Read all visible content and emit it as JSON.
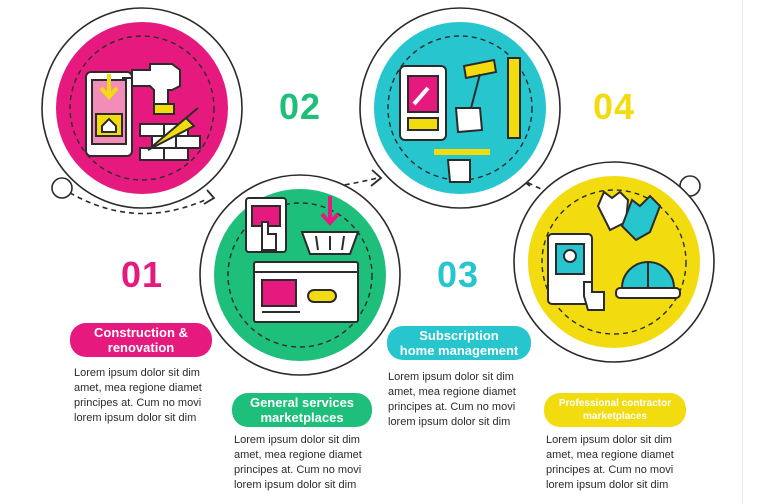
{
  "colors": {
    "magenta": "#e6197f",
    "green": "#1dbf7a",
    "cyan": "#27c6cf",
    "yellow": "#f2dc10",
    "outline": "#2b2b2b"
  },
  "steps": [
    {
      "number": "01",
      "title_lines": [
        "Construction &",
        "renovation"
      ],
      "description": [
        "Lorem ipsum dolor sit dim",
        "amet, mea regione diamet",
        "principes at. Cum no movi",
        "lorem ipsum dolor sit dim"
      ],
      "icons": [
        "tablet-download-icon",
        "drill-icon",
        "brick-wall-trowel-icon"
      ]
    },
    {
      "number": "02",
      "title_lines": [
        "General services",
        "marketplaces"
      ],
      "description": [
        "Lorem ipsum dolor sit dim",
        "amet, mea regione diamet",
        "principes at. Cum no movi",
        "lorem ipsum dolor sit dim"
      ],
      "icons": [
        "touch-screen-icon",
        "shopping-basket-icon",
        "online-store-pay-icon"
      ]
    },
    {
      "number": "03",
      "title_lines": [
        "Subscription",
        "home management"
      ],
      "description": [
        "Lorem ipsum dolor sit dim",
        "amet, mea regione diamet",
        "principes at. Cum no movi",
        "lorem ipsum dolor sit dim"
      ],
      "icons": [
        "phone-wrench-icon",
        "hammer-hand-icon",
        "wrench-hand-icon"
      ]
    },
    {
      "number": "04",
      "title_lines": [
        "Professional contractor",
        "marketplaces"
      ],
      "description": [
        "Lorem ipsum dolor sit dim",
        "amet, mea regione diamet",
        "principes at. Cum no movi",
        "lorem ipsum dolor sit dim"
      ],
      "icons": [
        "contractor-profile-icon",
        "work-gloves-icon",
        "hard-hat-icon"
      ]
    }
  ]
}
